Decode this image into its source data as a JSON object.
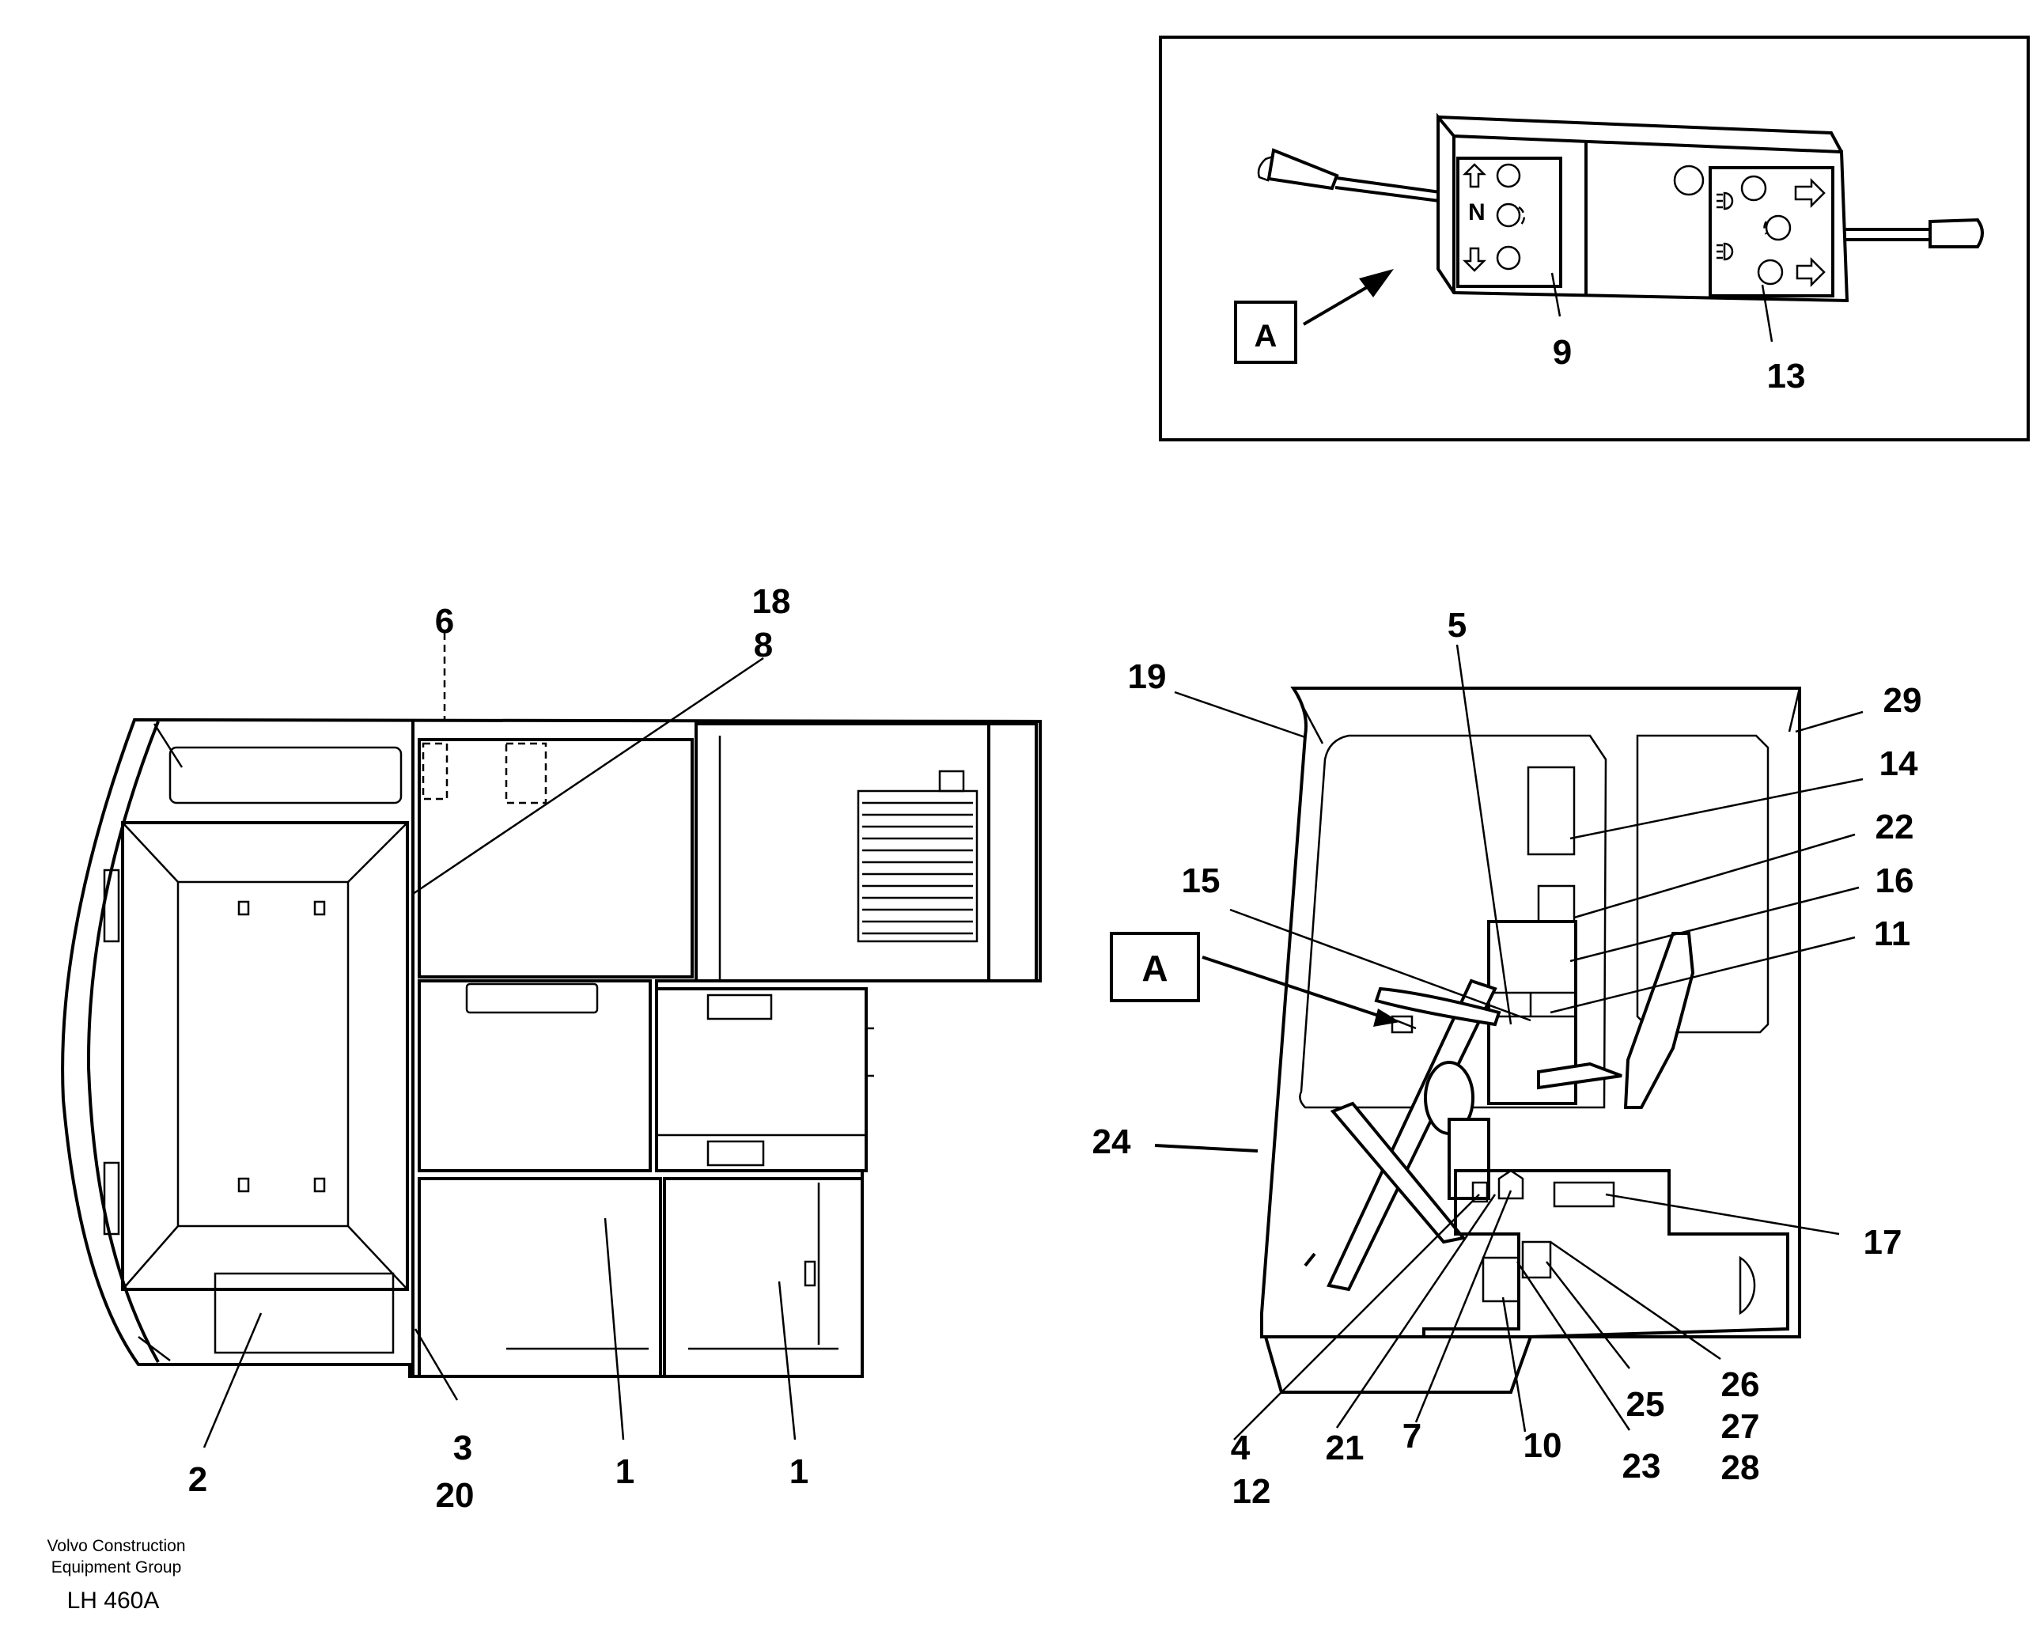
{
  "view_label": "A",
  "detail_switch_glyph": "N",
  "callouts": {
    "c1a": "1",
    "c1b": "1",
    "c2": "2",
    "c3": "3",
    "c20": "20",
    "c4": "4",
    "c12": "12",
    "c5": "5",
    "c6": "6",
    "c7": "7",
    "c8": "8",
    "c18": "18",
    "c9": "9",
    "c10": "10",
    "c11": "11",
    "c13": "13",
    "c14": "14",
    "c15": "15",
    "c16": "16",
    "c17": "17",
    "c19": "19",
    "c21": "21",
    "c22": "22",
    "c23": "23",
    "c24": "24",
    "c25": "25",
    "c26": "26",
    "c27": "27",
    "c28": "28",
    "c29": "29"
  },
  "footer": {
    "line1": "Volvo Construction",
    "line2": "Equipment Group",
    "code": "LH 460A"
  }
}
